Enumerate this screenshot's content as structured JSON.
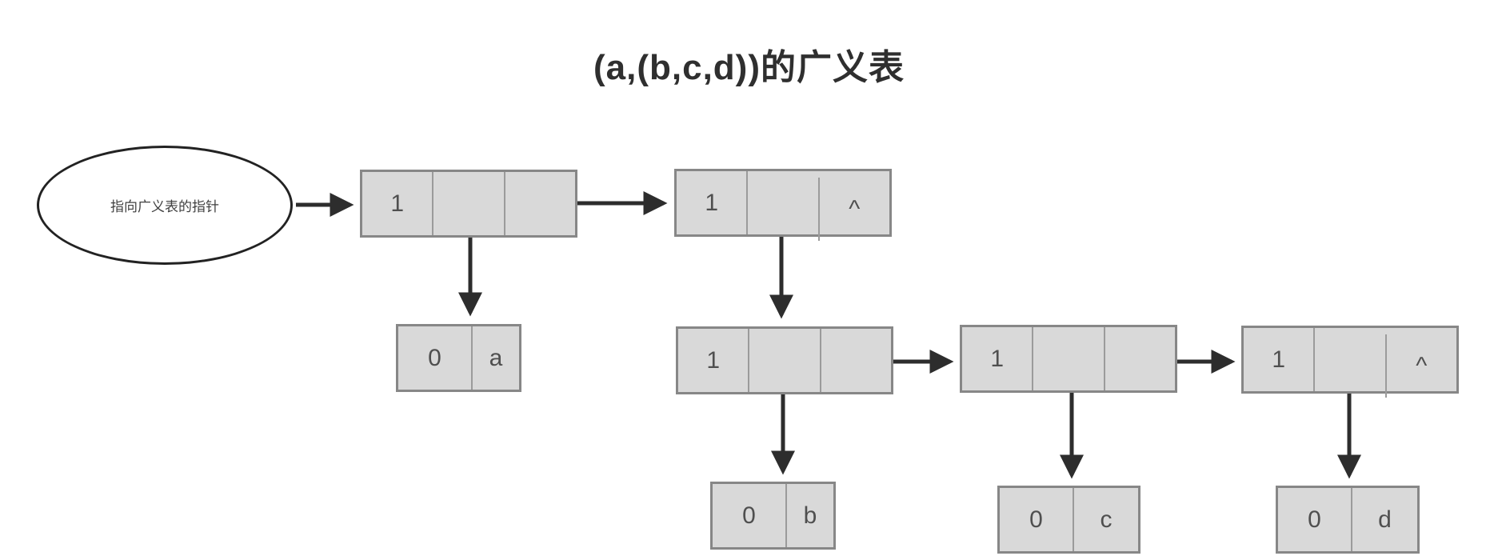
{
  "title": "(a,(b,c,d))的广义表",
  "pointer_label": "指向广义表的指针",
  "colors": {
    "background": "#ffffff",
    "node_fill": "#d9d9d9",
    "node_border": "#878787",
    "arrow": "#2d2d2d",
    "title_text": "#2f2f2f",
    "cell_text": "#4f4f4f"
  },
  "nodes": [
    {
      "id": "L1-1",
      "type": "list",
      "cells": [
        "1",
        "",
        ""
      ]
    },
    {
      "id": "L1-2",
      "type": "list",
      "cells": [
        "1",
        "",
        "^"
      ]
    },
    {
      "id": "L2-1",
      "type": "list",
      "cells": [
        "1",
        "",
        ""
      ]
    },
    {
      "id": "L2-2",
      "type": "list",
      "cells": [
        "1",
        "",
        ""
      ]
    },
    {
      "id": "L2-3",
      "type": "list",
      "cells": [
        "1",
        "",
        "^"
      ]
    },
    {
      "id": "atom-a",
      "type": "atom",
      "cells": [
        "0",
        "a"
      ]
    },
    {
      "id": "atom-b",
      "type": "atom",
      "cells": [
        "0",
        "b"
      ]
    },
    {
      "id": "atom-c",
      "type": "atom",
      "cells": [
        "0",
        "c"
      ]
    },
    {
      "id": "atom-d",
      "type": "atom",
      "cells": [
        "0",
        "d"
      ]
    }
  ],
  "edges": [
    {
      "from": "pointer",
      "to": "L1-1"
    },
    {
      "from": "L1-1.hp",
      "to": "atom-a"
    },
    {
      "from": "L1-1.tp",
      "to": "L1-2"
    },
    {
      "from": "L1-2.hp",
      "to": "L2-1"
    },
    {
      "from": "L2-1.hp",
      "to": "atom-b"
    },
    {
      "from": "L2-1.tp",
      "to": "L2-2"
    },
    {
      "from": "L2-2.hp",
      "to": "atom-c"
    },
    {
      "from": "L2-2.tp",
      "to": "L2-3"
    },
    {
      "from": "L2-3.hp",
      "to": "atom-d"
    }
  ]
}
